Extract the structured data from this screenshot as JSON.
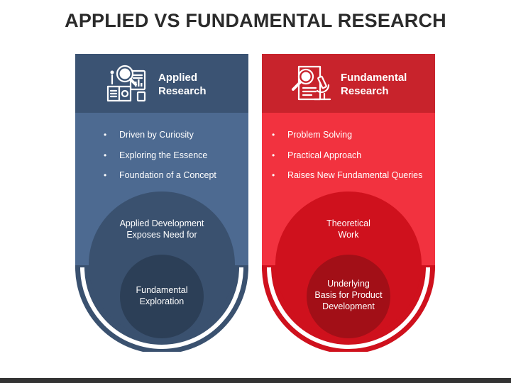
{
  "title": "APPLIED VS FUNDAMENTAL RESEARCH",
  "colors": {
    "left_header": "#3b5373",
    "left_body": "#4d6a91",
    "left_outer_circle": "#3a516f",
    "left_inner_circle": "#2c3f57",
    "right_header": "#c8232c",
    "right_body": "#f2323f",
    "right_outer_circle": "#cf111d",
    "right_inner_circle": "#a20f17"
  },
  "left": {
    "icon": "research-documents-magnifier-icon",
    "heading_line1": "Applied",
    "heading_line2": "Research",
    "bullets": [
      "Driven by Curiosity",
      "Exploring the Essence",
      "Foundation of a Concept"
    ],
    "outer_circle_line1": "Applied Development",
    "outer_circle_line2": "Exposes Need for",
    "inner_circle_line1": "Fundamental",
    "inner_circle_line2": "Exploration"
  },
  "right": {
    "icon": "research-microscope-magnifier-icon",
    "heading_line1": "Fundamental",
    "heading_line2": "Research",
    "bullets": [
      "Problem Solving",
      "Practical Approach",
      "Raises New Fundamental Queries"
    ],
    "outer_circle_line1": "Theoretical",
    "outer_circle_line2": "Work",
    "inner_circle_line1": "Underlying",
    "inner_circle_line2": "Basis for Product",
    "inner_circle_line3": "Development"
  }
}
